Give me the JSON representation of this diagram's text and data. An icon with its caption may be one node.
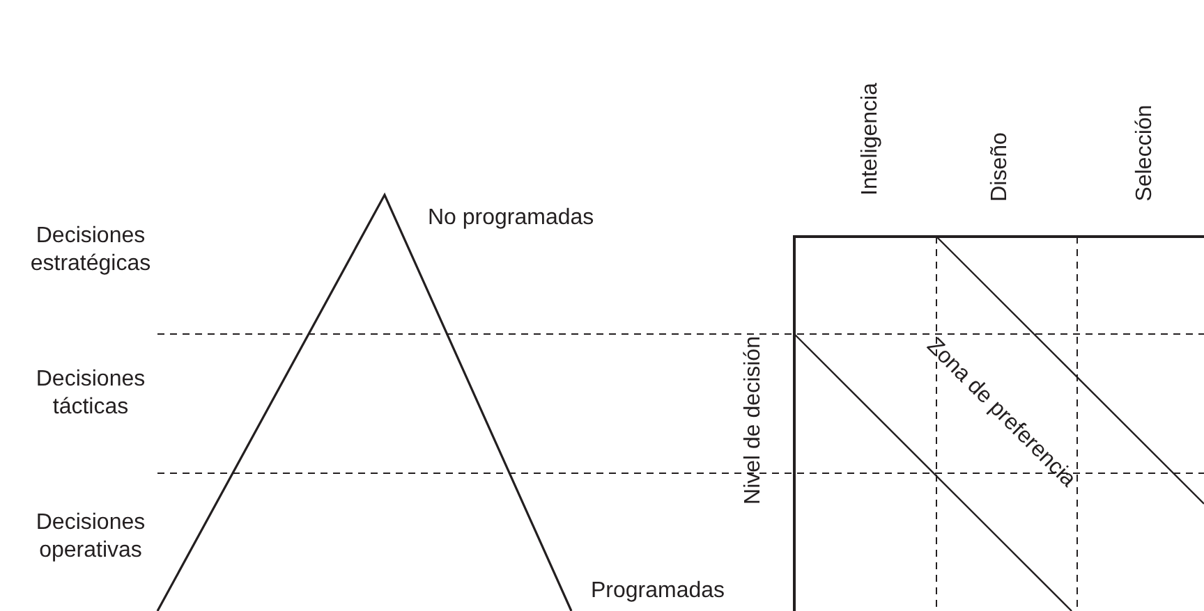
{
  "diagram": {
    "labels": [
      "Inteligencia",
      "Diseño",
      "Selección",
      "No programadas",
      "Decisiones estratégicas",
      "Decisiones tácticas",
      "Nivel de decisión",
      "Zona de preferencia",
      "Decisiones operativas",
      "Programadas"
    ]
  }
}
